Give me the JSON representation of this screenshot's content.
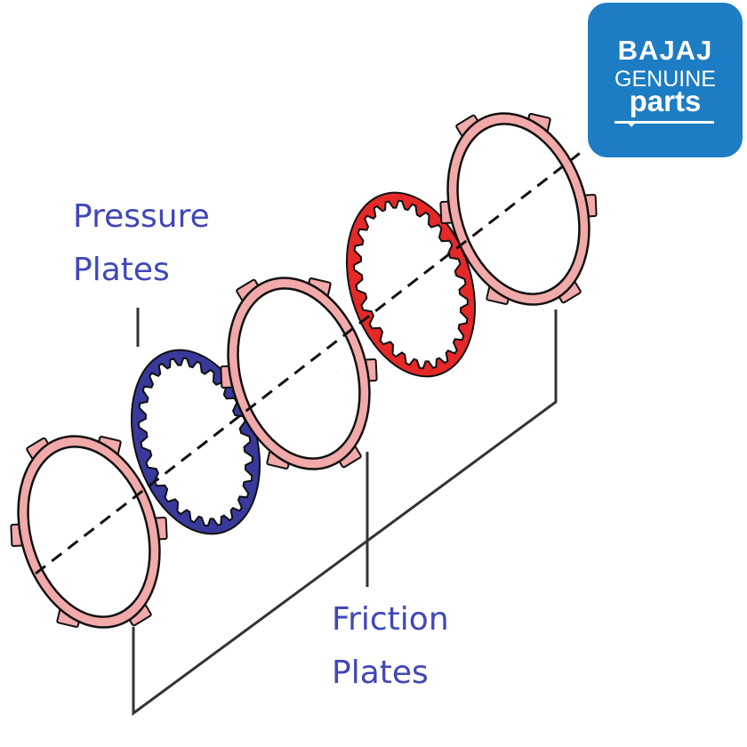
{
  "labels": {
    "pressure_line1": "Pressure",
    "pressure_line2": "Plates",
    "friction_line1": "Friction",
    "friction_line2": "Plates"
  },
  "brand": {
    "name": "BAJAJ",
    "line2": "GENUINE",
    "line3": "parts"
  },
  "colors": {
    "label_text": "#3f47b8",
    "friction_plate": "#f2a9a9",
    "pressure_plate_blue": "#38399a",
    "pressure_plate_red": "#e52828",
    "brand_badge": "#1c7cc4",
    "outline": "#111111"
  },
  "plates": [
    {
      "kind": "friction",
      "color_key": "friction_plate"
    },
    {
      "kind": "pressure",
      "color_key": "pressure_plate_blue"
    },
    {
      "kind": "friction",
      "color_key": "friction_plate"
    },
    {
      "kind": "pressure",
      "color_key": "pressure_plate_red"
    },
    {
      "kind": "friction",
      "color_key": "friction_plate"
    }
  ]
}
